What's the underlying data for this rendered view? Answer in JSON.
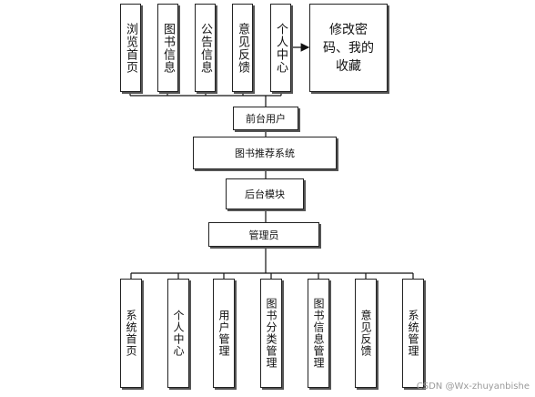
{
  "top_modules": [
    "浏览首页",
    "图书信息",
    "公告信息",
    "意见反馈",
    "个人中心"
  ],
  "top_wide_module": "修改密码、我的收藏",
  "front_user": "前台用户",
  "system": "图书推荐系统",
  "backend": "后台模块",
  "admin": "管理员",
  "admin_modules": [
    "系统首页",
    "个人中心",
    "用户管理",
    "图书分类管理",
    "图书信息管理",
    "意见反馈",
    "系统管理"
  ],
  "watermark": "CSDN @Wx-zhuyanbishe"
}
